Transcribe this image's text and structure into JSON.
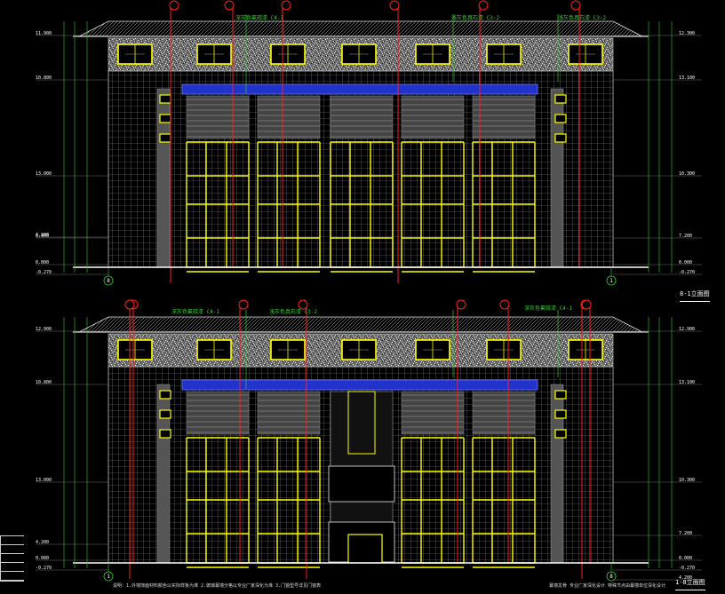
{
  "views": [
    {
      "id": "upper",
      "title": "8-1立面图",
      "axis_left": "8",
      "axis_right": "1",
      "level_marks": [
        "11.900",
        "10.800",
        "13.000",
        "6.900",
        "4.200",
        "0.000",
        "-0.270"
      ],
      "right_level_marks": [
        "12.300",
        "13.100",
        "10.300",
        "7.200",
        "0.000",
        "-0.270"
      ],
      "material_notes": [
        "深灰色氟碳漆 C4-1",
        "浅灰色真石漆 C3-2",
        "浅灰色真石漆 C3-2"
      ]
    },
    {
      "id": "lower",
      "title": "1-8立面图",
      "axis_left": "1",
      "axis_right": "8",
      "level_marks": [
        "12.900",
        "10.800",
        "13.000",
        "4.200",
        "0.000",
        "-0.270"
      ],
      "right_level_marks": [
        "12.900",
        "13.100",
        "10.300",
        "7.200",
        "4.200",
        "0.000",
        "-0.270"
      ],
      "material_notes": [
        "深灰色氟碳漆 C4-1",
        "浅灰色真石漆 C3-2",
        "深灰色氟碳漆 C4-1"
      ],
      "bottom_notes": "说明：1.外墙饰面材料颜色以实际样板为准  2.玻璃幕墙分格以专业厂家深化为准  3.门窗型号详见门窗表",
      "bottom_notes_right": "幕墙龙骨 专业厂家深化设计  特殊节点由幕墙单位深化设计"
    }
  ],
  "legend_rows": [
    "",
    "",
    "",
    "",
    ""
  ],
  "colors": {
    "background": "#000000",
    "glazing_frame": "#ffff00",
    "grid": "#b0b0b0",
    "leader": "#ff2020",
    "note_line": "#33cc33",
    "cornice_band": "#2233cc",
    "dimension": "#33cc33"
  }
}
